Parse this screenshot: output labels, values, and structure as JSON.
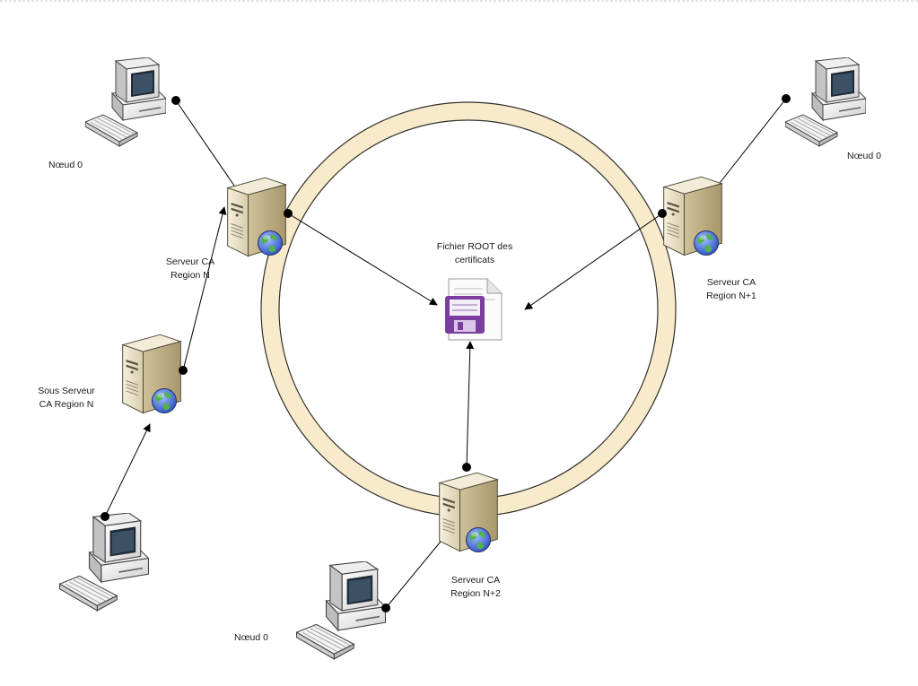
{
  "labels": {
    "node_top_left": "Nœud 0",
    "node_top_right": "Nœud 0",
    "node_bottom_center": "Nœud 0",
    "server_n": [
      "Serveur CA",
      "Region N"
    ],
    "server_n1": [
      "Serveur CA",
      "Region N+1"
    ],
    "server_n2": [
      "Serveur CA",
      "Region N+2"
    ],
    "sub_server": [
      "Sous Serveur",
      "CA Region N"
    ],
    "root_file": [
      "Fichier ROOT des",
      "certificats"
    ]
  },
  "icons": {
    "workstation": "computer-icon",
    "server": "server-icon",
    "globe": "globe-icon",
    "file": "file-icon"
  },
  "colors": {
    "ring_fill": "#f7ebcc",
    "ring_stroke": "#33302a",
    "connector": "#000000",
    "file_accent": "#7a3e9f",
    "globe_blue": "#3b5fd0",
    "globe_green": "#52b34a",
    "server_body": "#efe6cf"
  }
}
